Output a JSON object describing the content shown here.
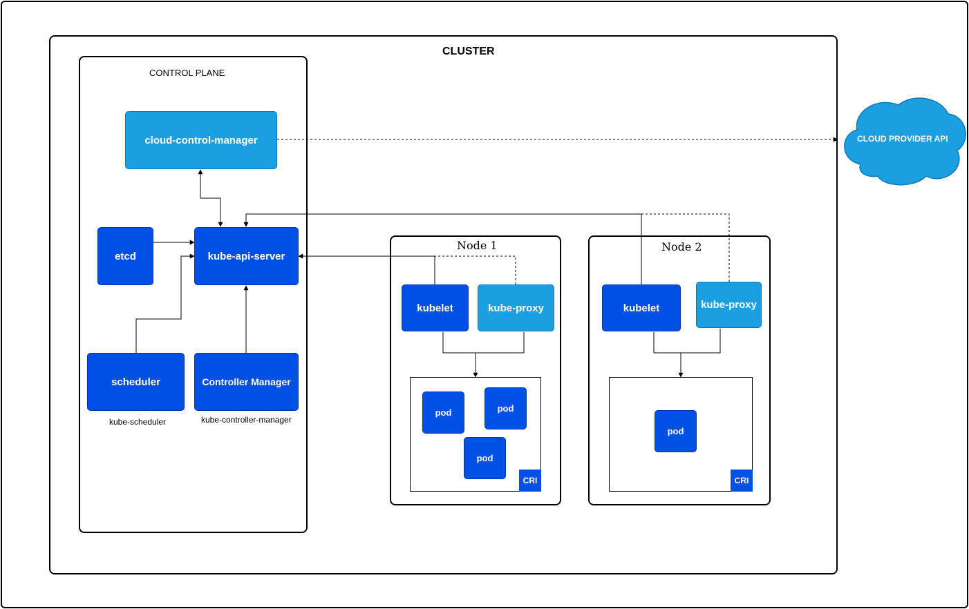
{
  "cluster": {
    "title": "CLUSTER"
  },
  "control_plane": {
    "title": "CONTROL PLANE",
    "cloud_control_manager": "cloud-control-manager",
    "etcd": "etcd",
    "kube_api_server": "kube-api-server",
    "scheduler": "scheduler",
    "scheduler_caption": "kube-scheduler",
    "controller_manager": "Controller Manager",
    "controller_manager_caption": "kube-controller-manager"
  },
  "node1": {
    "title": "Node 1",
    "kubelet": "kubelet",
    "kube_proxy": "kube-proxy",
    "pods": [
      "pod",
      "pod",
      "pod"
    ],
    "cri": "CRI"
  },
  "node2": {
    "title": "Node 2",
    "kubelet": "kubelet",
    "kube_proxy": "kube-proxy",
    "pods": [
      "pod"
    ],
    "cri": "CRI"
  },
  "cloud_provider": {
    "label": "CLOUD PROVIDER API"
  },
  "colors": {
    "dark_blue": "#0050e6",
    "light_blue": "#1b9fe0"
  }
}
